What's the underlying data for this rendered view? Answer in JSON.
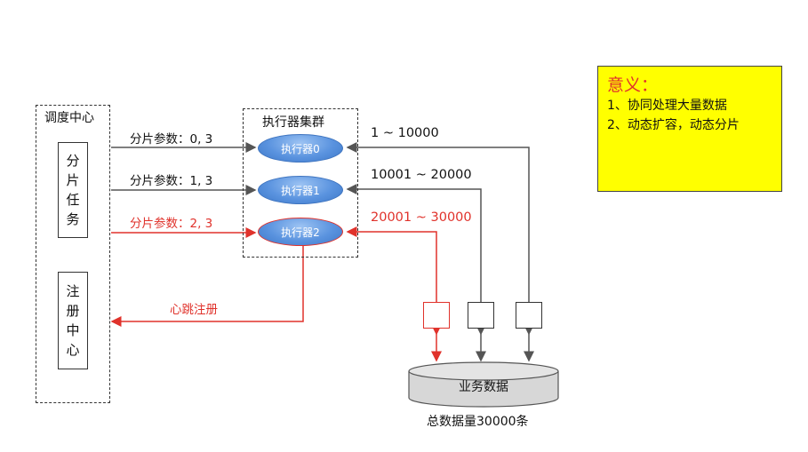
{
  "scheduler": {
    "title": "调度中心",
    "shard_task": [
      "分",
      "片",
      "任",
      "务"
    ],
    "registry": [
      "注",
      "册",
      "中",
      "心"
    ]
  },
  "cluster": {
    "title": "执行器集群",
    "executors": [
      "执行器0",
      "执行器1",
      "执行器2"
    ]
  },
  "shard_params": [
    "分片参数：0, 3",
    "分片参数：1, 3",
    "分片参数：2, 3"
  ],
  "ranges": [
    "1 ~ 10000",
    "10001 ~ 20000",
    "20001 ~ 30000"
  ],
  "heartbeat": "心跳注册",
  "database": {
    "label": "业务数据",
    "total": "总数据量30000条"
  },
  "note": {
    "title": "意义：",
    "lines": [
      "1、协同处理大量数据",
      "2、动态扩容，动态分片"
    ]
  },
  "colors": {
    "red": "#e0322b",
    "arrow": "#555555",
    "note_bg": "#ffff00",
    "executor_fill": "#5a93df"
  }
}
